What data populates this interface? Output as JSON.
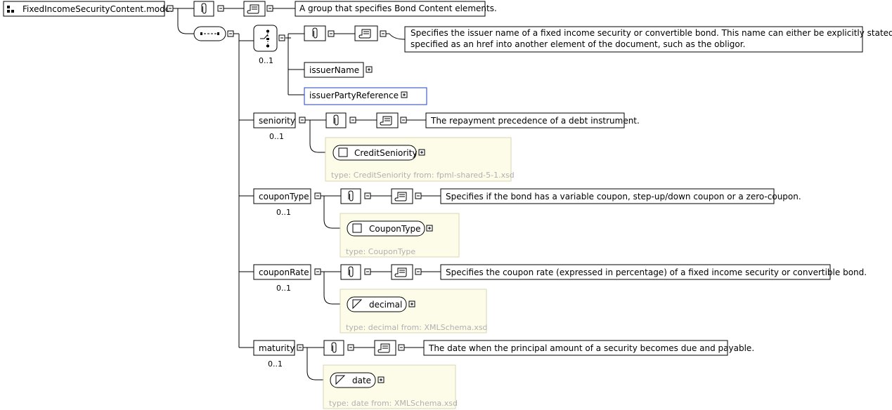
{
  "root": {
    "label": "FixedIncomeSecurityContent.model",
    "documentation": "A group that specifies Bond Content elements."
  },
  "choice": {
    "cardinality": "0..1",
    "documentation_line1": "Specifies the issuer name of a fixed income security or convertible bond. This name can either be explicitly stated, or",
    "documentation_line2": "specified as an href into another element of the document, such as the obligor.",
    "options": [
      {
        "label": "issuerName"
      },
      {
        "label": "issuerPartyReference"
      }
    ]
  },
  "elements": [
    {
      "label": "seniority",
      "cardinality": "0..1",
      "documentation": "The repayment precedence of a debt instrument.",
      "type_name": "CreditSeniority",
      "type_kind": "complex",
      "type_info": "type: CreditSeniority from: fpml-shared-5-1.xsd"
    },
    {
      "label": "couponType",
      "cardinality": "0..1",
      "documentation": "Specifies if the bond has a variable coupon, step-up/down coupon or a zero-coupon.",
      "type_name": "CouponType",
      "type_kind": "complex",
      "type_info": "type: CouponType"
    },
    {
      "label": "couponRate",
      "cardinality": "0..1",
      "documentation": "Specifies the coupon rate (expressed in percentage) of a fixed income security or convertible bond.",
      "type_name": "decimal",
      "type_kind": "simple",
      "type_info": "type: decimal from: XMLSchema.xsd"
    },
    {
      "label": "maturity",
      "cardinality": "0..1",
      "documentation": "The date when the principal amount of a security becomes due and payable.",
      "type_name": "date",
      "type_kind": "simple",
      "type_info": "type: date from: XMLSchema.xsd"
    }
  ],
  "icons": {
    "annotation": "paperclip-icon",
    "documentation": "scroll-icon",
    "sequence": "sequence-icon",
    "choice": "choice-icon",
    "group": "group-icon",
    "collapse": "minus-icon",
    "expand": "plus-icon",
    "complex_type": "square-icon",
    "simple_type": "triangle-icon"
  }
}
